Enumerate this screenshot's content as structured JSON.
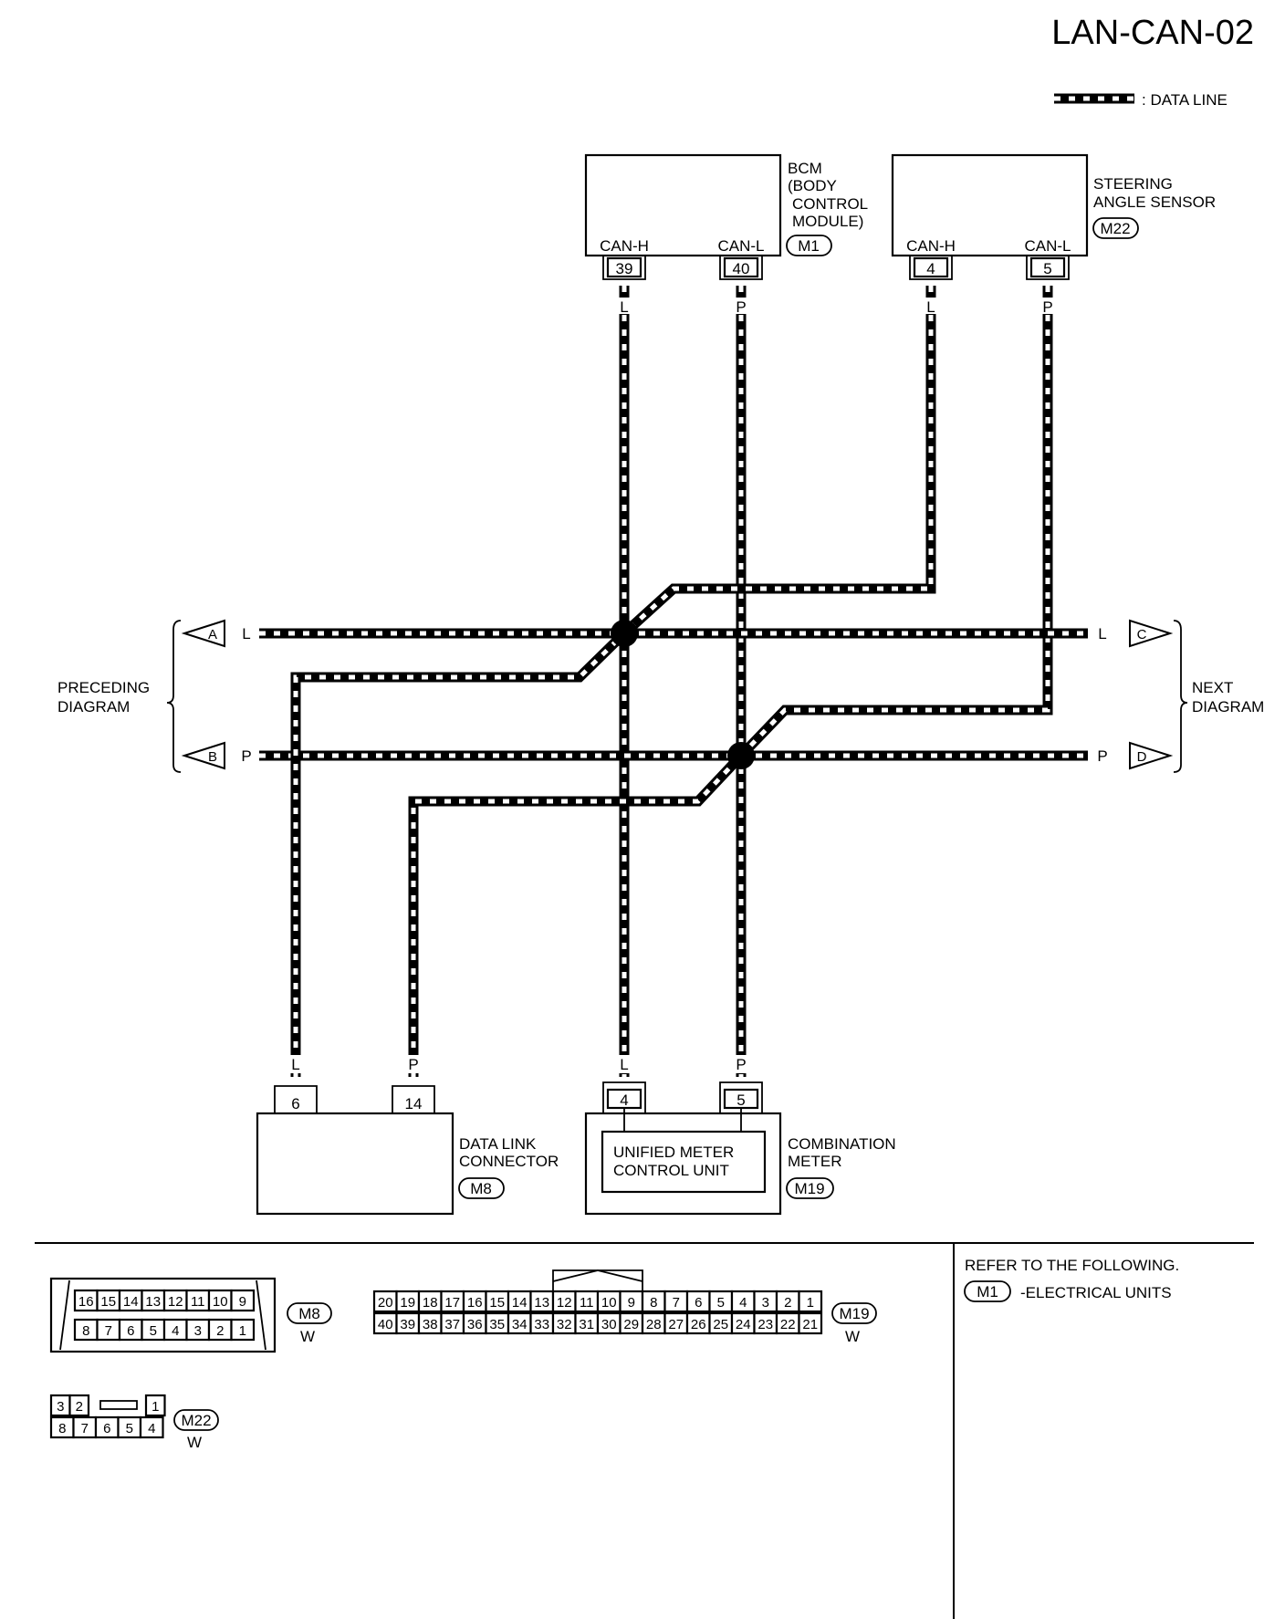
{
  "page_code": "LAN-CAN-02",
  "legend": {
    "label": ": DATA LINE"
  },
  "bcm": {
    "name_lines": [
      "BCM",
      "(BODY",
      "CONTROL",
      "MODULE)"
    ],
    "connector": "M1",
    "pin_labels": [
      "CAN-H",
      "CAN-L"
    ],
    "pins": [
      "39",
      "40"
    ],
    "wire_colors": [
      "L",
      "P"
    ]
  },
  "steering_angle_sensor": {
    "name_lines": [
      "STEERING",
      "ANGLE SENSOR"
    ],
    "connector": "M22",
    "pin_labels": [
      "CAN-H",
      "CAN-L"
    ],
    "pins": [
      "4",
      "5"
    ],
    "wire_colors": [
      "L",
      "P"
    ]
  },
  "preceding": {
    "label_lines": [
      "PRECEDING",
      "DIAGRAM"
    ],
    "arrows": [
      {
        "id": "A",
        "color": "L"
      },
      {
        "id": "B",
        "color": "P"
      }
    ]
  },
  "next": {
    "label_lines": [
      "NEXT",
      "DIAGRAM"
    ],
    "arrows": [
      {
        "id": "C",
        "color": "L"
      },
      {
        "id": "D",
        "color": "P"
      }
    ]
  },
  "data_link_connector": {
    "name_lines": [
      "DATA LINK",
      "CONNECTOR"
    ],
    "connector": "M8",
    "pins": [
      "6",
      "14"
    ],
    "wire_colors": [
      "L",
      "P"
    ]
  },
  "combination_meter": {
    "name_lines": [
      "COMBINATION",
      "METER"
    ],
    "connector": "M19",
    "inner_lines": [
      "UNIFIED METER",
      "CONTROL UNIT"
    ],
    "pins": [
      "4",
      "5"
    ],
    "wire_colors": [
      "L",
      "P"
    ]
  },
  "connector_views": {
    "m8": {
      "id": "M8",
      "color": "W",
      "row1": [
        "16",
        "15",
        "14",
        "13",
        "12",
        "11",
        "10",
        "9"
      ],
      "row2": [
        "8",
        "7",
        "6",
        "5",
        "4",
        "3",
        "2",
        "1"
      ]
    },
    "m19": {
      "id": "M19",
      "color": "W",
      "row1": [
        "20",
        "19",
        "18",
        "17",
        "16",
        "15",
        "14",
        "13",
        "12",
        "11",
        "10",
        "9",
        "8",
        "7",
        "6",
        "5",
        "4",
        "3",
        "2",
        "1"
      ],
      "row2": [
        "40",
        "39",
        "38",
        "37",
        "36",
        "35",
        "34",
        "33",
        "32",
        "31",
        "30",
        "29",
        "28",
        "27",
        "26",
        "25",
        "24",
        "23",
        "22",
        "21"
      ]
    },
    "m22": {
      "id": "M22",
      "color": "W",
      "row1": [
        "3",
        "2",
        "1"
      ],
      "row2": [
        "8",
        "7",
        "6",
        "5",
        "4"
      ]
    }
  },
  "refer": {
    "title": "REFER TO THE FOLLOWING.",
    "connector": "M1",
    "text": "-ELECTRICAL UNITS"
  }
}
